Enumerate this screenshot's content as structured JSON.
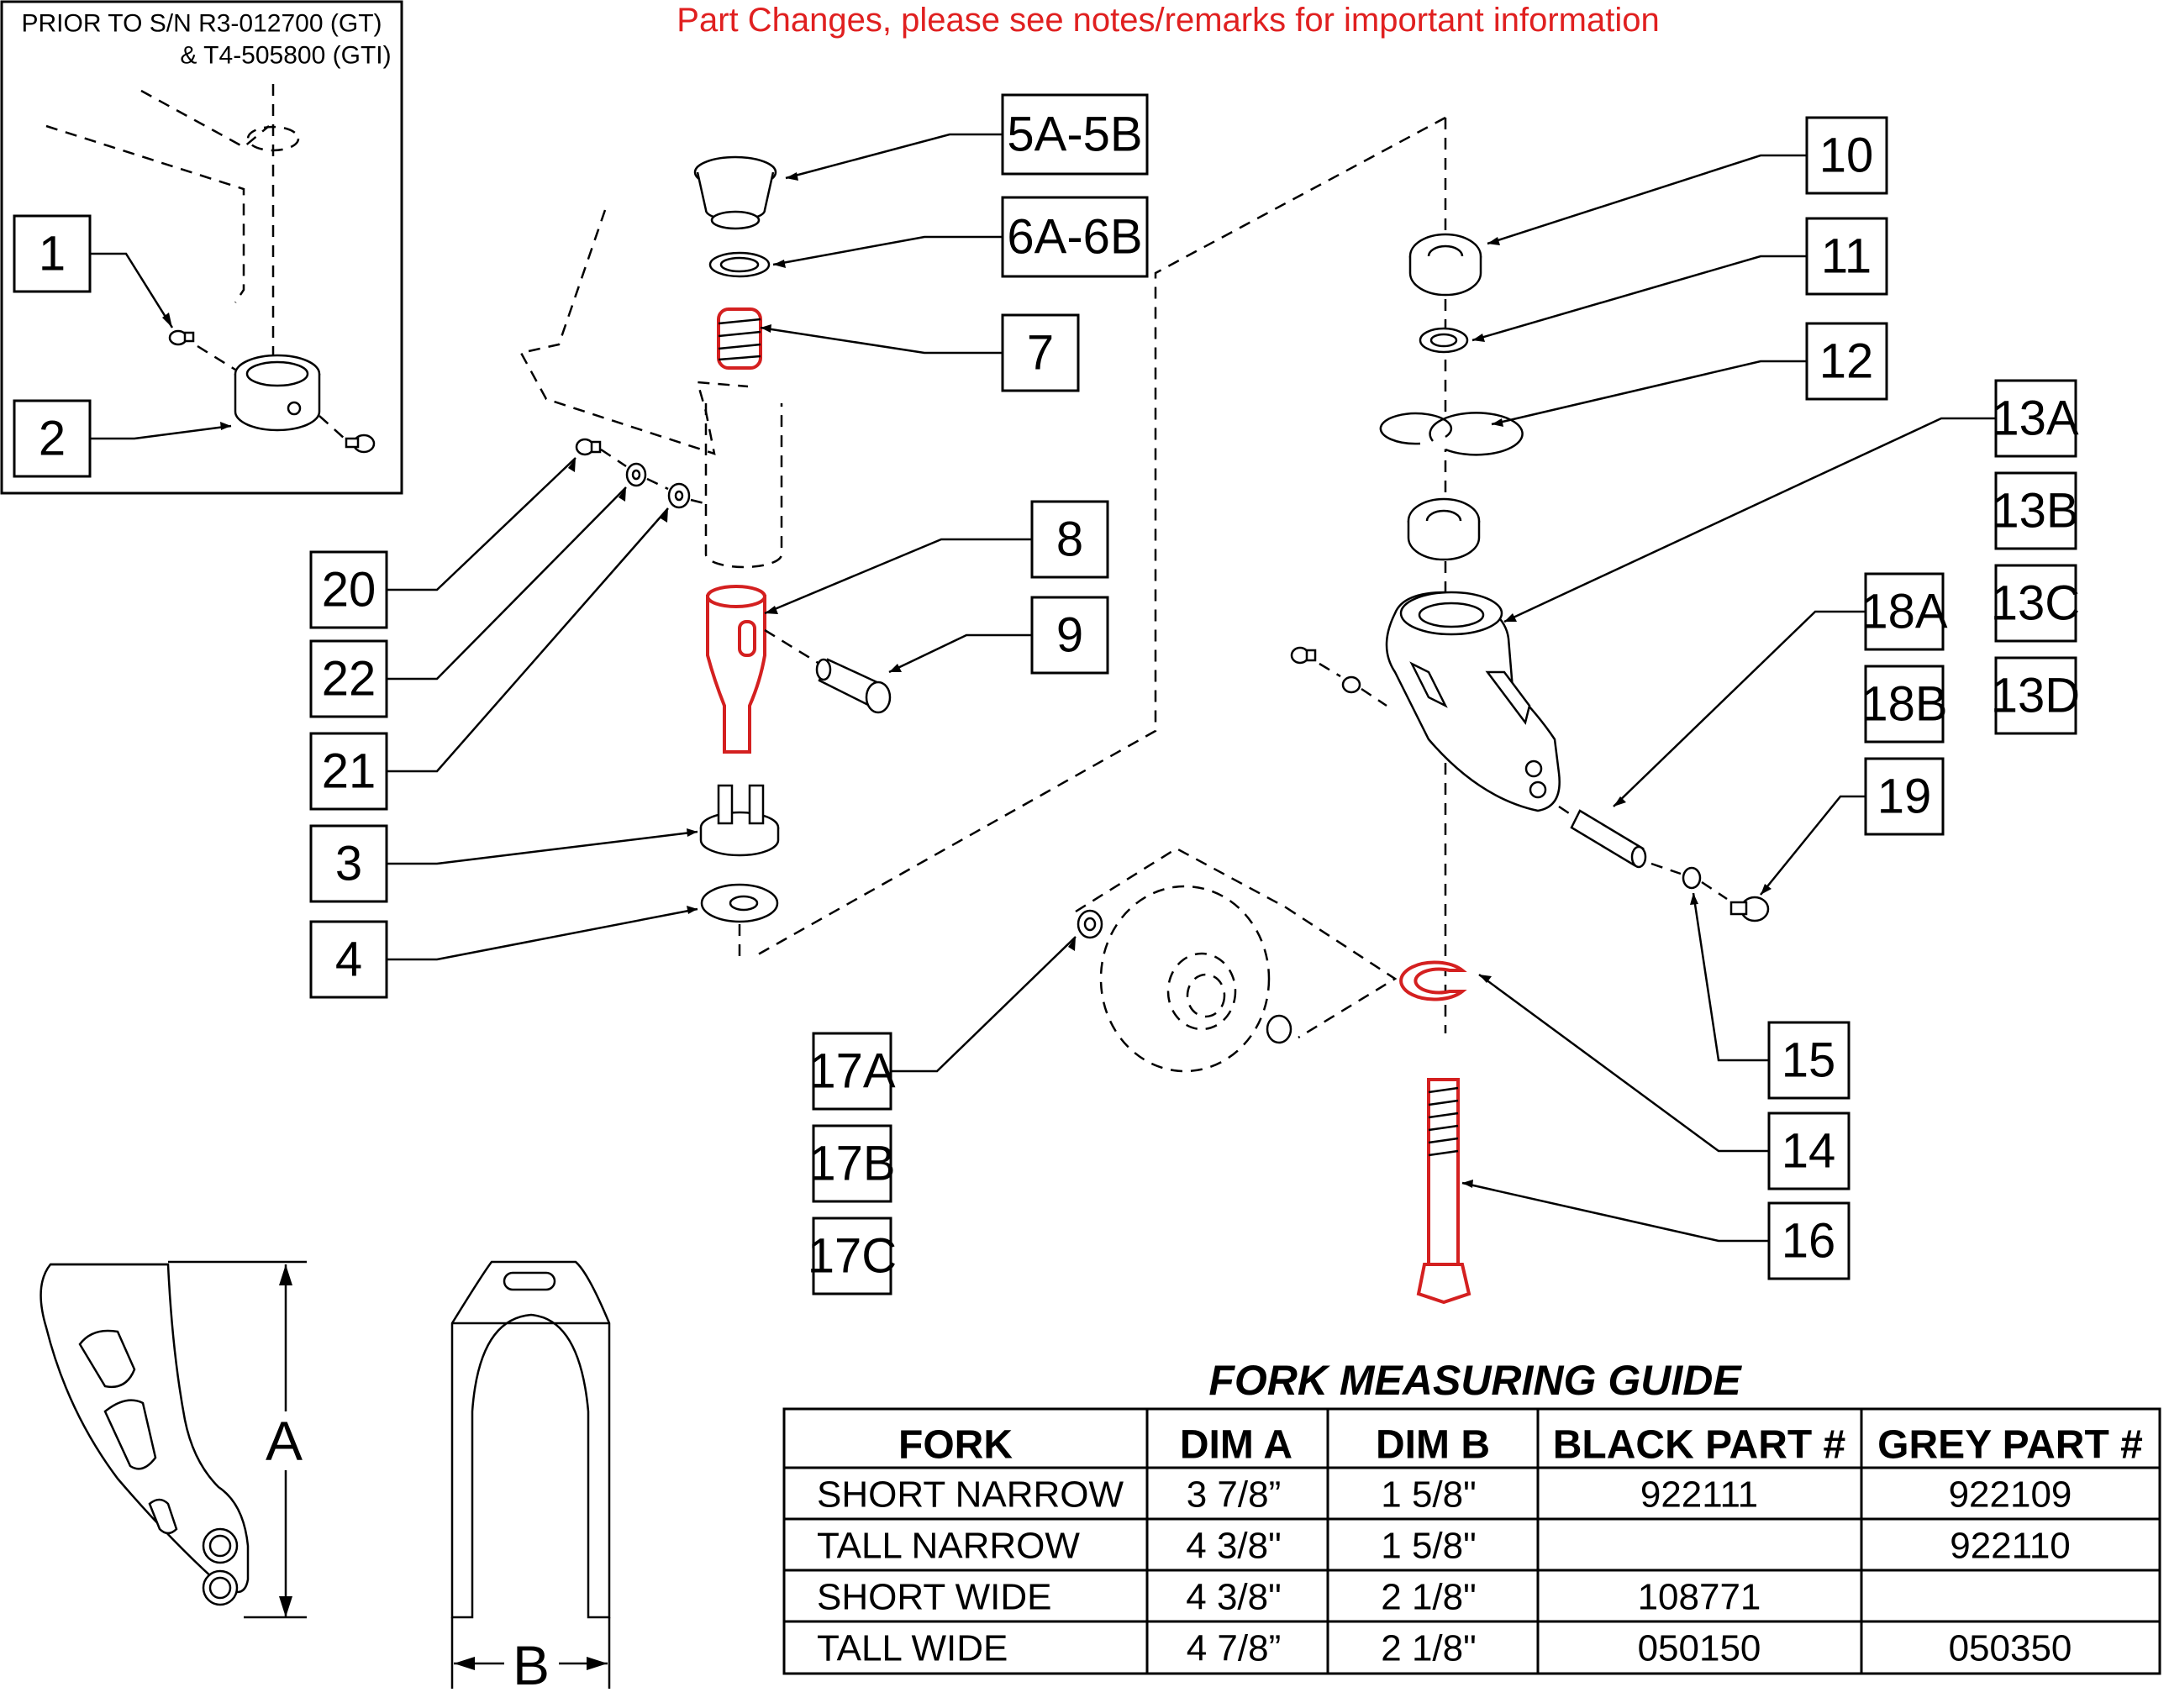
{
  "notice": "Part Changes, please see notes/remarks for important information",
  "inset": {
    "line1": "PRIOR TO S/N R3-012700 (GT)",
    "line2": "& T4-505800 (GTI)"
  },
  "callouts": {
    "c1": "1",
    "c2": "2",
    "c3": "3",
    "c4": "4",
    "c5": "5A-5B",
    "c6": "6A-6B",
    "c7": "7",
    "c8": "8",
    "c9": "9",
    "c10": "10",
    "c11": "11",
    "c12": "12",
    "c13a": "13A",
    "c13b": "13B",
    "c13c": "13C",
    "c13d": "13D",
    "c14": "14",
    "c15": "15",
    "c16": "16",
    "c17a": "17A",
    "c17b": "17B",
    "c17c": "17C",
    "c18a": "18A",
    "c18b": "18B",
    "c19": "19",
    "c20": "20",
    "c21": "21",
    "c22": "22"
  },
  "dims": {
    "a": "A",
    "b": "B"
  },
  "table": {
    "title": "FORK MEASURING GUIDE",
    "headers": [
      "FORK",
      "DIM A",
      "DIM B",
      "BLACK PART #",
      "GREY PART #"
    ],
    "rows": [
      [
        "SHORT NARROW",
        "3 7/8”",
        "1 5/8\"",
        "922111",
        "922109"
      ],
      [
        "TALL NARROW",
        "4 3/8\"",
        "1 5/8\"",
        "",
        "922110"
      ],
      [
        "SHORT WIDE",
        "4 3/8\"",
        "2 1/8\"",
        "108771",
        ""
      ],
      [
        "TALL WIDE",
        "4 7/8”",
        "2 1/8\"",
        "050150",
        "050350"
      ]
    ]
  },
  "colors": {
    "highlight": "#d42020",
    "notice": "#e02020"
  }
}
